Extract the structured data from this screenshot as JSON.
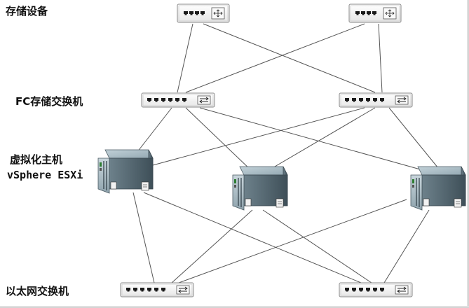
{
  "labels": {
    "storage": "存储设备",
    "fc_switch": "FC存储交换机",
    "host_line1": "虚拟化主机",
    "host_line2": "vSphere ESXi",
    "eth_switch": "以太网交换机"
  },
  "icons": {
    "storage_device": "storage-array-icon",
    "fc_switch": "fc-switch-icon",
    "host": "server-host-icon",
    "eth_switch": "ethernet-switch-icon"
  },
  "colors": {
    "line": "#555555",
    "device_face": "#f4f4f4",
    "device_edge": "#8a8a8a",
    "port": "#1a1a1a",
    "server_body": "#5f7480",
    "server_top": "#9fb3bd"
  }
}
